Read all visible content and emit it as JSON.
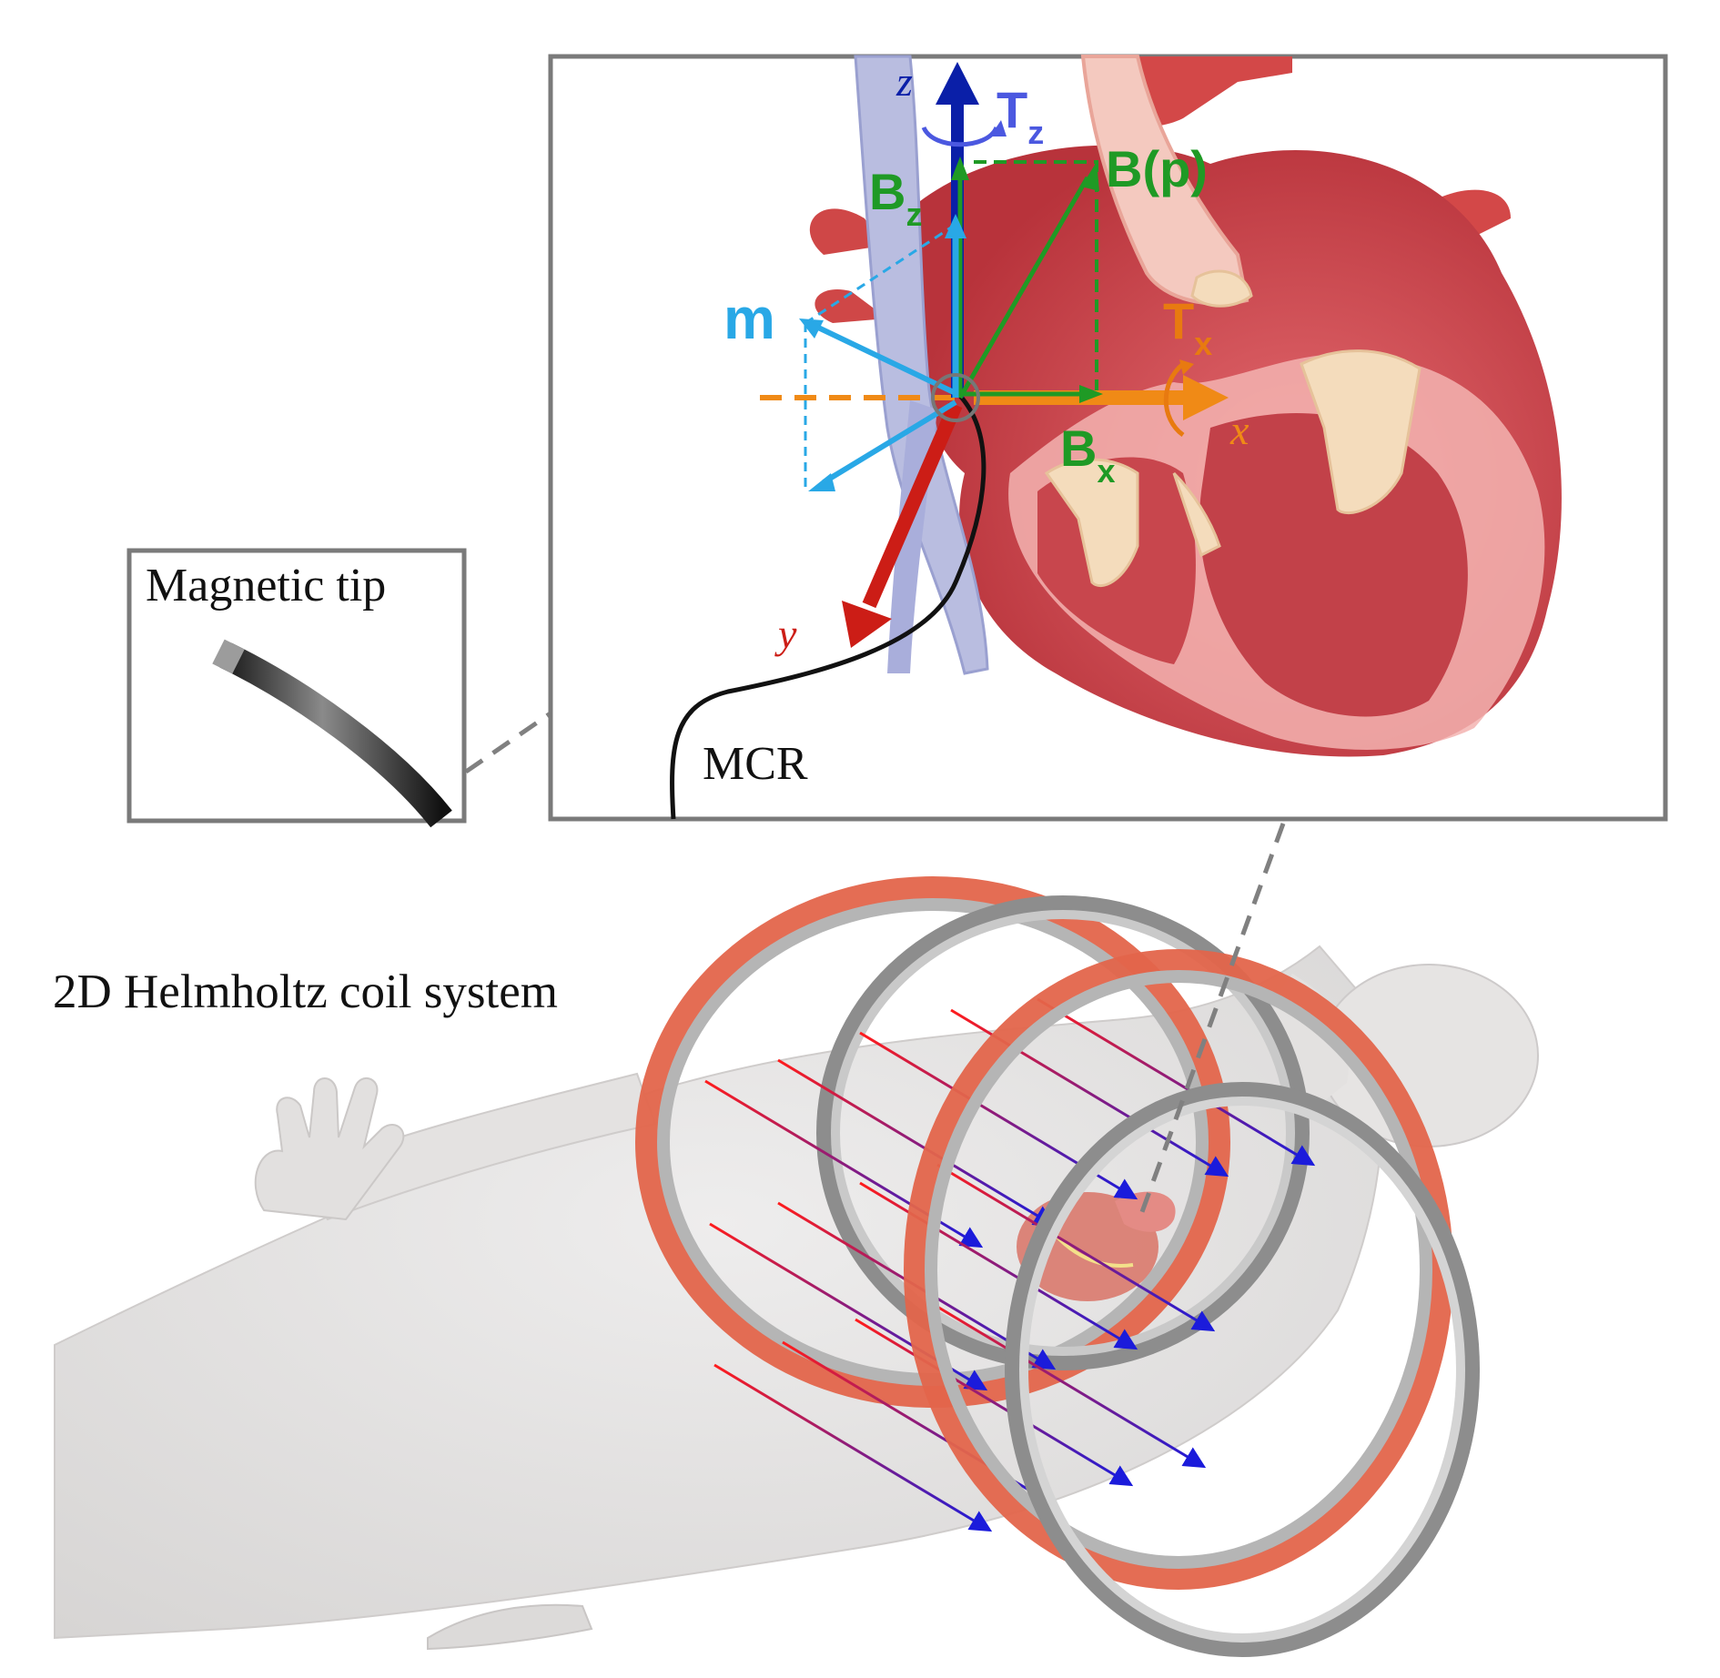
{
  "labels": {
    "magnetic_tip": "Magnetic tip",
    "mcr": "MCR",
    "coil_system": "2D Helmholtz coil system"
  },
  "vectors": {
    "m": "m",
    "b_p": "B(p)",
    "b_z": {
      "base": "B",
      "sub": "z"
    },
    "b_x": {
      "base": "B",
      "sub": "x"
    },
    "t_z": {
      "base": "T",
      "sub": "z"
    },
    "t_x": {
      "base": "T",
      "sub": "x"
    }
  },
  "axes": {
    "x": "x",
    "y": "y",
    "z": "z"
  },
  "colors": {
    "z_axis": "#0a1fa8",
    "x_axis": "#f08a16",
    "y_axis": "#cc1d16",
    "field_green": "#1f9a25",
    "moment_blue": "#29a8e6",
    "torque_z": "#4b58e0",
    "torque_x": "#e87a10",
    "field_line_start": "#ff1c1c",
    "field_line_end": "#1b1bdb",
    "coil_copper": "#e3654b",
    "coil_steel": "#a9a9a9",
    "frame": "#7a7a7a"
  }
}
